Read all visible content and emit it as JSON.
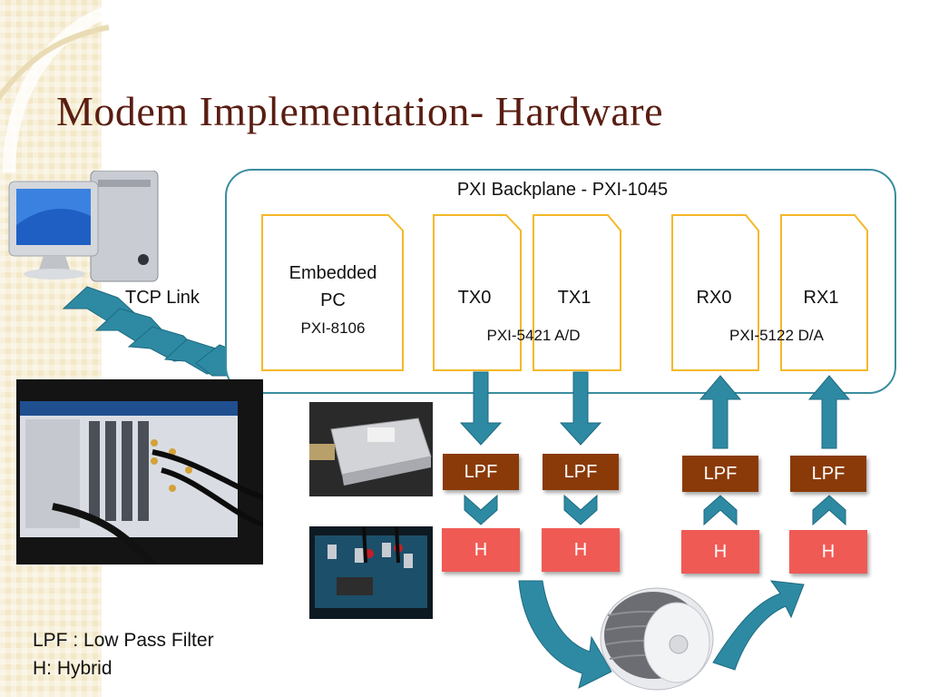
{
  "slide": {
    "title": "Modem Implementation- Hardware"
  },
  "diagram": {
    "backplane_label": "PXI Backplane - PXI-1045",
    "tcp_label": "TCP Link",
    "embedded_pc": {
      "line1": "Embedded",
      "line2": "PC",
      "model": "PXI-8106"
    },
    "tx0": "TX0",
    "tx1": "TX1",
    "rx0": "RX0",
    "rx1": "RX1",
    "tx_model": "PXI-5421 A/D",
    "rx_model": "PXI-5122 D/A",
    "lpf": [
      "LPF",
      "LPF",
      "LPF",
      "LPF"
    ],
    "hybrid": [
      "H",
      "H",
      "H",
      "H"
    ]
  },
  "legend": {
    "line1": "LPF : Low Pass Filter",
    "line2": "H: Hybrid"
  },
  "colors": {
    "title": "#5a1d12",
    "backplane_border": "#3b8da0",
    "card_border": "#f4b82a",
    "lpf_fill": "#8a3a08",
    "hybrid_fill": "#f05a55",
    "arrow_fill": "#2e8aa3"
  }
}
